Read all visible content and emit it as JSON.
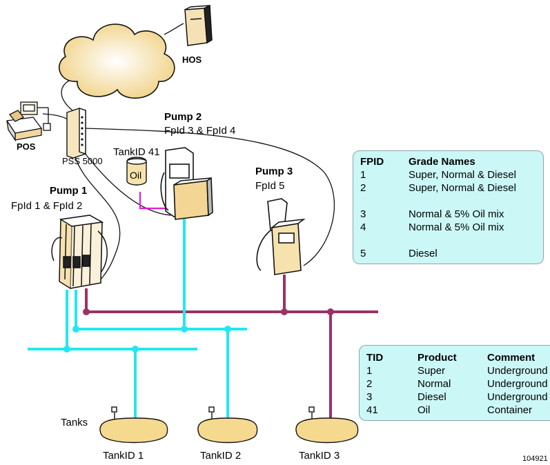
{
  "nodes": {
    "hos": "HOS",
    "pos": "POS",
    "pss": "PSS 5000",
    "pump1_title": "Pump 1",
    "pump1_fpids": "FpId 1 & FpId 2",
    "pump2_title": "Pump 2",
    "pump2_fpids": "FpId 3 & FpId 4",
    "pump3_title": "Pump 3",
    "pump3_fpids": "FpId 5",
    "tank41_label": "TankID 41",
    "oil_container_text": "Oil",
    "tanks_label": "Tanks",
    "tank1": "TankID 1",
    "tank2": "TankID 2",
    "tank3": "TankID 3",
    "figure_number": "104921"
  },
  "fpid_table": {
    "headers": [
      "FPID",
      "Grade Names"
    ],
    "rows": [
      [
        "1",
        "Super, Normal & Diesel"
      ],
      [
        "2",
        "Super, Normal & Diesel"
      ],
      [
        "",
        ""
      ],
      [
        "3",
        "Normal & 5% Oil mix"
      ],
      [
        "4",
        "Normal & 5% Oil mix"
      ],
      [
        "",
        ""
      ],
      [
        "5",
        "Diesel"
      ]
    ]
  },
  "tid_table": {
    "headers": [
      "TID",
      "Product",
      "Comment"
    ],
    "rows": [
      [
        "1",
        "Super",
        "Underground"
      ],
      [
        "2",
        "Normal",
        "Underground"
      ],
      [
        "3",
        "Diesel",
        "Underground"
      ],
      [
        "41",
        "Oil",
        "Container"
      ]
    ]
  },
  "colors": {
    "cyan_line": "#23e8f0",
    "maroon_line": "#993366",
    "magenta_line": "#e01cd6",
    "table_bg": "#cbf7f7",
    "fuel": "#f2d48a"
  }
}
